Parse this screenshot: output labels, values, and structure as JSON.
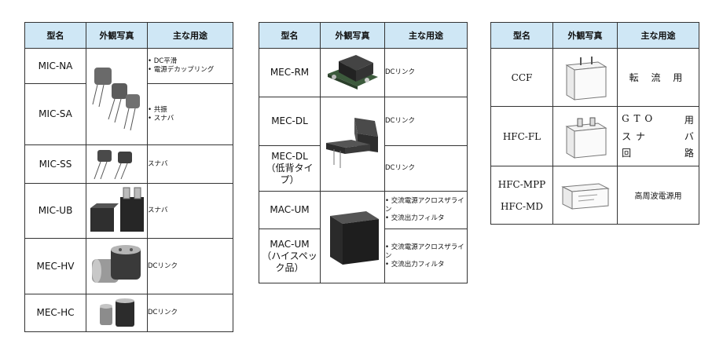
{
  "headers": [
    "型名",
    "外観写真",
    "主な用途"
  ],
  "table1": {
    "rows": [
      {
        "model": "MIC-NA",
        "usage": [
          "• DC平滑",
          "• 電源デカップリング"
        ]
      },
      {
        "model": "MIC-SA",
        "usage": [
          "• 共振",
          "• スナバ"
        ]
      },
      {
        "model": "MIC-SS",
        "usage": [
          "スナバ"
        ]
      },
      {
        "model": "MIC-UB",
        "usage": [
          "スナバ"
        ]
      },
      {
        "model": "MEC-HV",
        "usage": [
          "DCリンク"
        ]
      },
      {
        "model": "MEC-HC",
        "usage": [
          "DCリンク"
        ]
      }
    ]
  },
  "table2": {
    "rows": [
      {
        "model": "MEC-RM",
        "sub": "",
        "usage": [
          "DCリンク"
        ]
      },
      {
        "model": "MEC-DL",
        "sub": "",
        "usage": [
          "DCリンク"
        ]
      },
      {
        "model": "MEC-DL",
        "sub": "（低背タイプ）",
        "usage": [
          "DCリンク"
        ]
      },
      {
        "model": "MAC-UM",
        "sub": "",
        "usage": [
          "• 交流電源アクロスザライン",
          "• 交流出力フィルタ"
        ]
      },
      {
        "model": "MAC-UM",
        "sub": "（ハイスペック品）",
        "usage": [
          "• 交流電源アクロスザライン",
          "• 交流出力フィルタ"
        ]
      }
    ]
  },
  "table3": {
    "rows": [
      {
        "models": [
          "CCF"
        ],
        "usage": "転 流 用"
      },
      {
        "models": [
          "HFC-FL"
        ],
        "usage_grid": [
          "G T O",
          "用",
          "ス ナ",
          "バ",
          "回",
          "路"
        ]
      },
      {
        "models": [
          "HFC-MPP",
          "HFC-MD"
        ],
        "usage": "高周波電源用"
      }
    ]
  }
}
